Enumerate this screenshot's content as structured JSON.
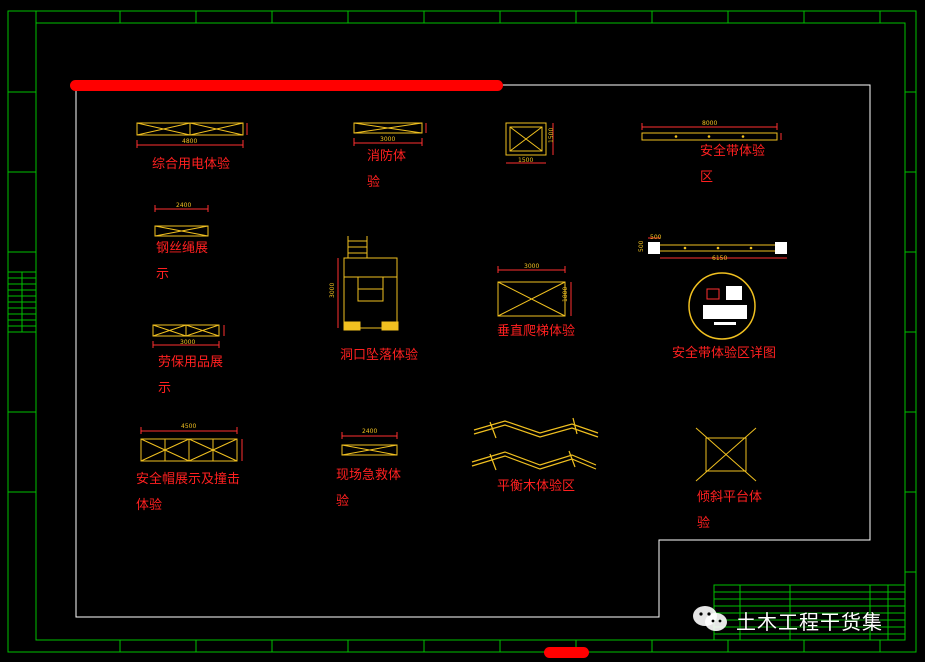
{
  "labels": {
    "elec": "综合用电体验",
    "fire_1": "消防体",
    "fire_2": "验",
    "belt_1": "安全带体验",
    "belt_2": "区",
    "rope_1": "钢丝绳展",
    "rope_2": "示",
    "fall": "洞口坠落体验",
    "climb": "垂直爬梯体验",
    "belt_detail": "安全带体验区详图",
    "ppe_1": "劳保用品展",
    "ppe_2": "示",
    "helmet_1": "安全帽展示及撞击",
    "helmet_2": "体验",
    "aid_1": "现场急救体",
    "aid_2": "验",
    "beam": "平衡木体验区",
    "tilt_1": "倾斜平台体",
    "tilt_2": "验"
  },
  "dims": {
    "elec_w": "4800",
    "fire_w": "3000",
    "sq_w": "1500",
    "sq_h": "1500",
    "belt_w": "8000",
    "rope_w": "2400",
    "fall_h": "3000",
    "climb_w": "3000",
    "climb_h": "1800",
    "bd_a": "500",
    "bd_b": "6150",
    "bd_c": "500",
    "ppe_w": "3000",
    "helmet_w": "4500",
    "aid_w": "2400"
  },
  "watermark": {
    "text": "土木工程干货集",
    "icon": "wechat-icon"
  },
  "colors": {
    "border": "#00c000",
    "outline": "#ffffff",
    "label": "#ff2020",
    "item": "#f0c020",
    "dim": "#ff3030",
    "highlight": "#ff0000"
  }
}
